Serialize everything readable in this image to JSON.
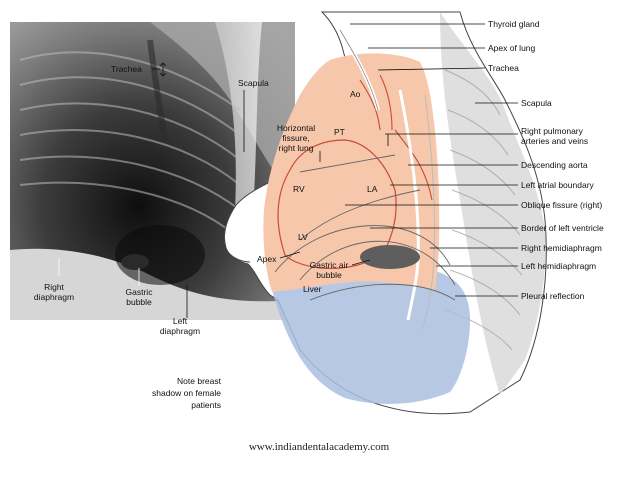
{
  "xray_labels": {
    "trachea": "Trachea",
    "scapula": "Scapula",
    "right_diaphragm": [
      "Right",
      "diaphragm"
    ],
    "gastric_bubble": [
      "Gastric",
      "bubble"
    ],
    "left_diaphragm": [
      "Left",
      "diaphragm"
    ]
  },
  "note": [
    "Note breast",
    "shadow on female",
    "patients"
  ],
  "inner_labels": {
    "ao": "Ao",
    "pt": "PT",
    "horizontal_fissure": [
      "Horizontal",
      "fissure,",
      "right lung"
    ],
    "rv": "RV",
    "la": "LA",
    "lv": "LV",
    "apex": "Apex",
    "gastric_air_bubble": [
      "Gastric air",
      "bubble"
    ],
    "liver": "Liver"
  },
  "right_labels": {
    "thyroid_gland": "Thyroid gland",
    "apex_of_lung": "Apex of lung",
    "trachea": "Trachea",
    "scapula": "Scapula",
    "pulmonary": [
      "Right pulmonary",
      "arteries and veins"
    ],
    "descending_aorta": "Descending aorta",
    "left_atrial_boundary": "Left atrial boundary",
    "oblique_fissure": "Oblique fissure (right)",
    "border_left_ventricle": "Border of left ventricle",
    "right_hemidiaphragm": "Right hemidiaphragm",
    "left_hemidiaphragm": "Left hemidiaphragm",
    "pleural_reflection": "Pleural reflection"
  },
  "footer": "www.indiandentalacademy.com",
  "colors": {
    "lung_fill": "#f6c7aa",
    "liver_fill": "#a9bedf",
    "body_outline": "#444444",
    "vessel_red": "#c84a3a",
    "gastric_bubble": "#5e5e5e"
  }
}
